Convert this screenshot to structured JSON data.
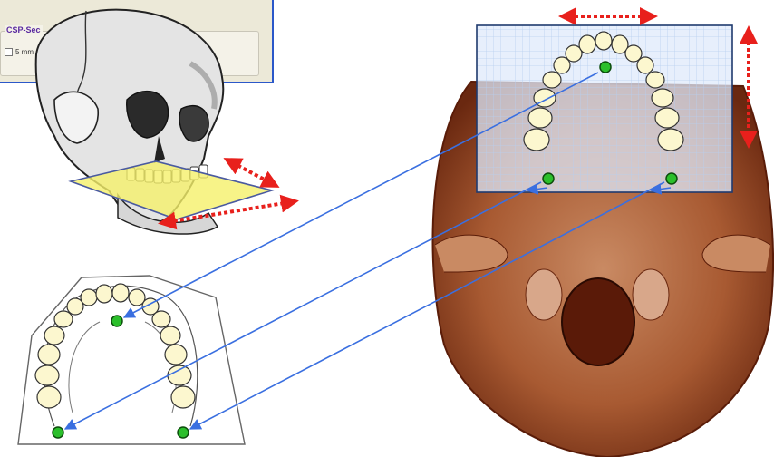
{
  "dialog": {
    "group_title": "CSP-Sec",
    "option_label": "5 mm"
  },
  "colors": {
    "occlusal_plane": "#f5f06a",
    "guide_arrow": "#3a6fe0",
    "adjust_arrow": "#e8201c",
    "landmark": "#2bbf2b",
    "grid": "#b8cff0",
    "bone": "#8a3d1e"
  },
  "icons": {
    "landmark": "green-landmark-dot",
    "tooth": "molar-tooth-icon"
  }
}
